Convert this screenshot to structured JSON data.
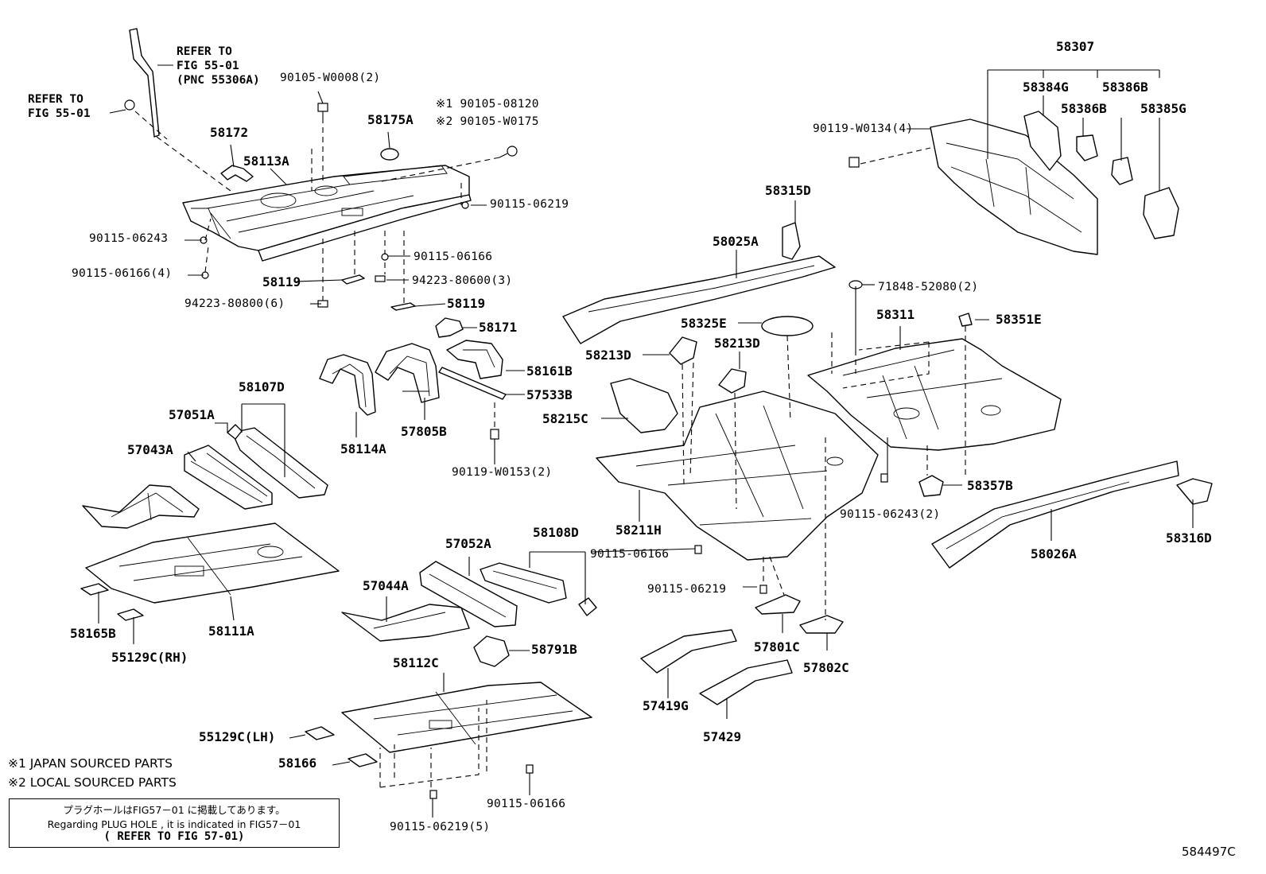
{
  "references": [
    {
      "line1": "REFER TO",
      "line2": "FIG 55-01",
      "line3": "(PNC 55306A)"
    },
    {
      "line1": "REFER TO",
      "line2": "FIG 55-01"
    }
  ],
  "footnote_markers": {
    "m1": "※1 90105-08120",
    "m2": "※2 90105-W0175"
  },
  "part_labels": {
    "p90105_w0008": "90105-W0008(2)",
    "p58172": "58172",
    "p58113A": "58113A",
    "p58175A": "58175A",
    "p90115_06219_a": "90115-06219",
    "p90115_06243_a": "90115-06243",
    "p90115_06166_4": "90115-06166(4)",
    "p90115_06166_a": "90115-06166",
    "p58119_a": "58119",
    "p94223_80600": "94223-80600(3)",
    "p94223_80800": "94223-80800(6)",
    "p58119_b": "58119",
    "p58171": "58171",
    "p58161B": "58161B",
    "p57533B": "57533B",
    "p58107D": "58107D",
    "p57051A": "57051A",
    "p57043A": "57043A",
    "p58114A": "58114A",
    "p57805B": "57805B",
    "p90119_w0153": "90119-W0153(2)",
    "p58111A": "58111A",
    "p58165B": "58165B",
    "p55129C_RH": "55129C(RH)",
    "p57052A": "57052A",
    "p58108D": "58108D",
    "p90115_06166_b": "90115-06166",
    "p57044A": "57044A",
    "p58791B": "58791B",
    "p58112C": "58112C",
    "p55129C_LH": "55129C(LH)",
    "p58166": "58166",
    "p90115_06166_c": "90115-06166",
    "p90115_06219_5": "90115-06219(5)",
    "p58307": "58307",
    "p58384G": "58384G",
    "p58386B_a": "58386B",
    "p58386B_b": "58386B",
    "p58385G": "58385G",
    "p90119_w0134": "90119-W0134(4)",
    "p58315D": "58315D",
    "p58025A": "58025A",
    "p71848_52080": "71848-52080(2)",
    "p58311": "58311",
    "p58351E": "58351E",
    "p58325E": "58325E",
    "p58213D_a": "58213D",
    "p58213D_b": "58213D",
    "p58215C": "58215C",
    "p58357B": "58357B",
    "p90115_06243_2": "90115-06243(2)",
    "p58211H": "58211H",
    "p58026A": "58026A",
    "p58316D": "58316D",
    "p90115_06219_b": "90115-06219",
    "p57801C": "57801C",
    "p57802C": "57802C",
    "p57419G": "57419G",
    "p57429": "57429"
  },
  "legend": {
    "note1": "※1 JAPAN SOURCED PARTS",
    "note2": "※2 LOCAL SOURCED PARTS"
  },
  "notice_box": {
    "line_ja": "プラグホールはFIG57－01 に掲載してあります。",
    "line_en": "Regarding PLUG HOLE , it is indicated in FIG57－01",
    "line_ref": "( REFER TO FIG 57-01)"
  },
  "illustration_id": "584497C"
}
